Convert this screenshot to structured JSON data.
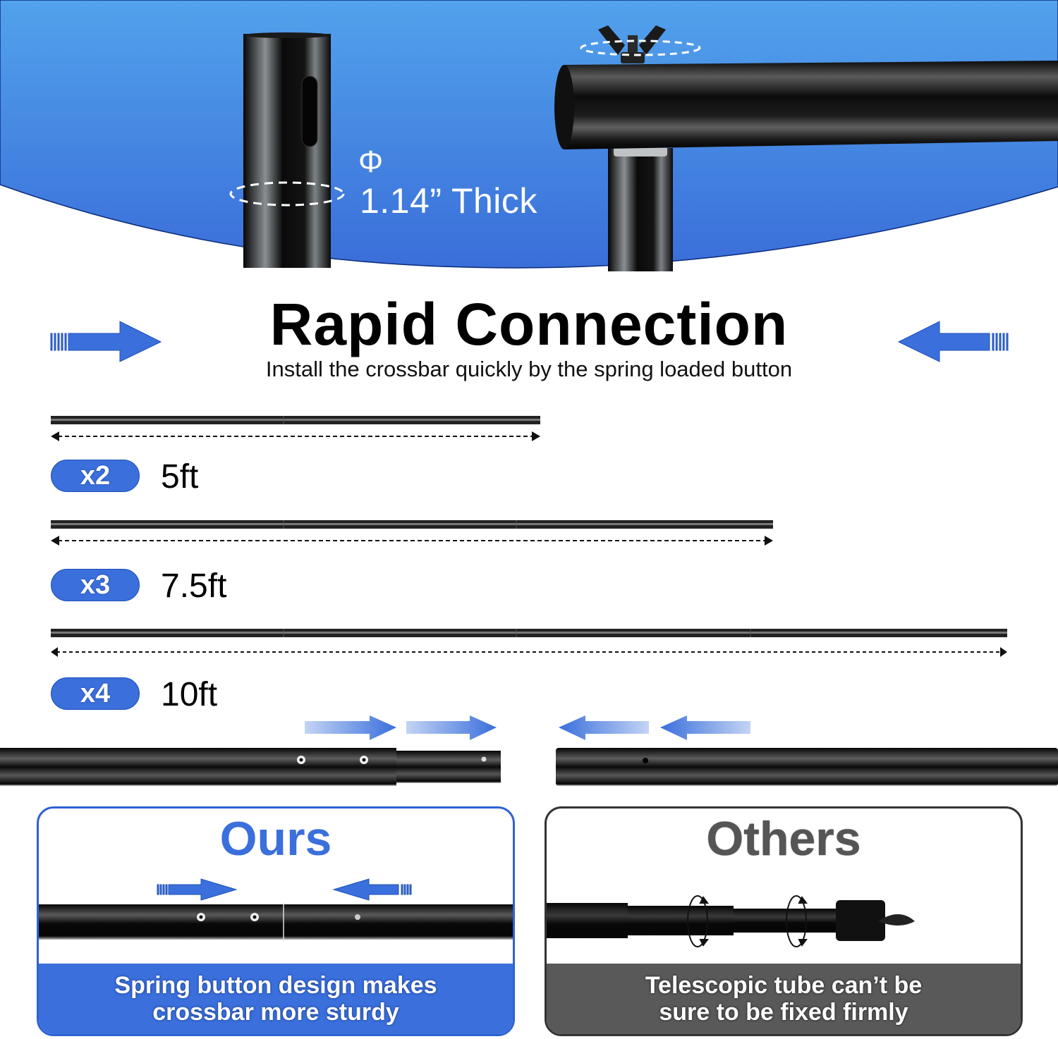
{
  "hero": {
    "diameter_symbol": "Φ",
    "thickness_label": "1.14” Thick"
  },
  "heading": {
    "title": "Rapid Connection",
    "subtitle": "Install the crossbar quickly by the spring loaded button"
  },
  "crossbars": [
    {
      "quantity": "x2",
      "length": "5ft",
      "segments": 2
    },
    {
      "quantity": "x3",
      "length": "7.5ft",
      "segments": 3
    },
    {
      "quantity": "x4",
      "length": "10ft",
      "segments": 4
    }
  ],
  "comparison": {
    "ours": {
      "title": "Ours",
      "caption_line1": "Spring button design makes",
      "caption_line2": "crossbar more sturdy"
    },
    "others": {
      "title": "Others",
      "caption_line1": "Telescopic tube can’t be",
      "caption_line2": "sure to be fixed firmly"
    }
  },
  "colors": {
    "brand_blue": "#3a6fdc",
    "hero_top": "#52a2ec",
    "hero_bottom": "#3a72dc",
    "others_gray": "#595959",
    "tube_black": "#111111"
  },
  "icons": {
    "hero_left": "tube-with-slot-icon",
    "hero_right": "crossbar-with-wing-nut-icon",
    "arrows": "direction-arrow-icon",
    "rotate": "rotate-arrow-icon"
  }
}
